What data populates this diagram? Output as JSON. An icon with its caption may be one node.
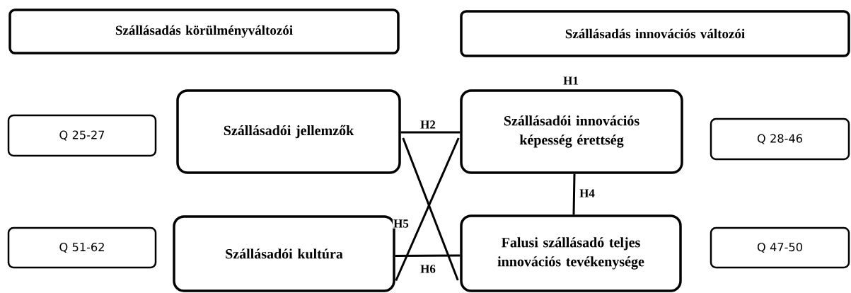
{
  "diagram": {
    "nodes": [
      {
        "text": [
          "Szállásadás körülményváltozói"
        ]
      },
      {
        "text": [
          "Szállásadás innovációs változói"
        ]
      },
      {
        "text": [
          "Q 25-27"
        ]
      },
      {
        "text": [
          "Szállásadói jellemzők"
        ]
      },
      {
        "text": [
          "Szállásadói innovációs képesség érettség"
        ]
      },
      {
        "text": [
          "Q 28-46"
        ]
      },
      {
        "text": [
          "Q 51-62"
        ]
      },
      {
        "text": [
          "Szállásadói kultúra"
        ]
      },
      {
        "text": [
          "Falusi szállásadó teljes innovációs tevékenysége"
        ]
      },
      {
        "text": [
          "Q 47-50"
        ]
      }
    ],
    "edges": [
      {
        "from": 3,
        "to": 4,
        "arrow": "none",
        "label": "H2"
      },
      {
        "from": 3,
        "to": 8,
        "arrow": "none"
      },
      {
        "from": 7,
        "to": 4,
        "arrow": "none",
        "label": "H5"
      },
      {
        "from": 7,
        "to": 8,
        "arrow": "none",
        "label": "H6"
      },
      {
        "from": 4,
        "to": 8,
        "arrow": "none",
        "label": "H4"
      }
    ],
    "labels": [
      "H1"
    ]
  }
}
